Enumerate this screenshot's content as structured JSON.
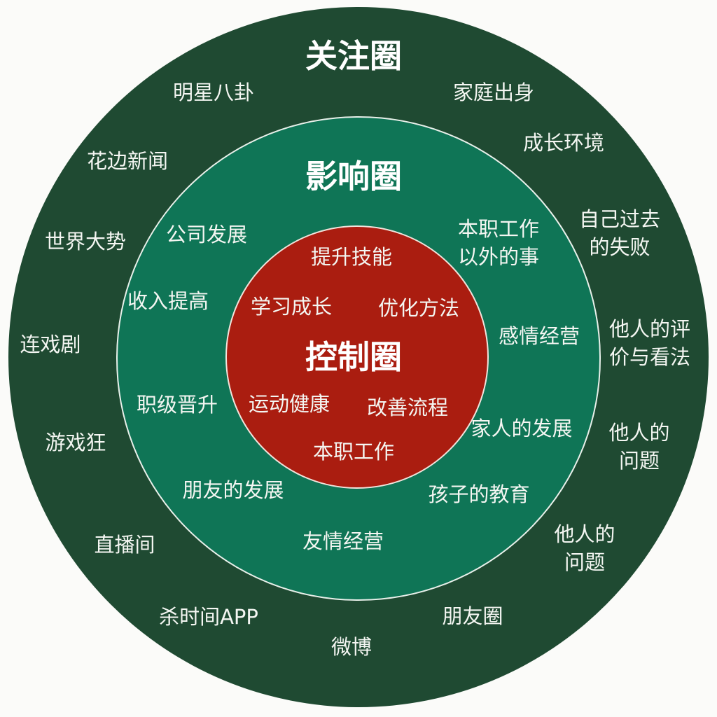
{
  "colors": {
    "background": "#fbfbf9",
    "concern_ring": "#1f4a32",
    "influence_ring": "#0f7556",
    "control_circle": "#aa1d10",
    "text": "#f4f6f2"
  },
  "concern_circle": {
    "title": "关注圈",
    "items": [
      "明星八卦",
      "家庭出身",
      "花边新闻",
      "成长环境",
      "世界大势",
      "自己过去\n的失败",
      "连戏剧",
      "他人的评\n价与看法",
      "游戏狂",
      "他人的\n问题",
      "直播间",
      "他人的\n问题",
      "杀时间APP",
      "朋友圈",
      "微博"
    ]
  },
  "influence_circle": {
    "title": "影响圈",
    "items": [
      "公司发展",
      "本职工作\n以外的事",
      "收入提高",
      "感情经营",
      "职级晋升",
      "家人的发展",
      "朋友的发展",
      "孩子的教育",
      "友情经营"
    ]
  },
  "control_circle": {
    "title": "控制圈",
    "items": [
      "提升技能",
      "学习成长",
      "优化方法",
      "运动健康",
      "改善流程",
      "本职工作"
    ]
  }
}
